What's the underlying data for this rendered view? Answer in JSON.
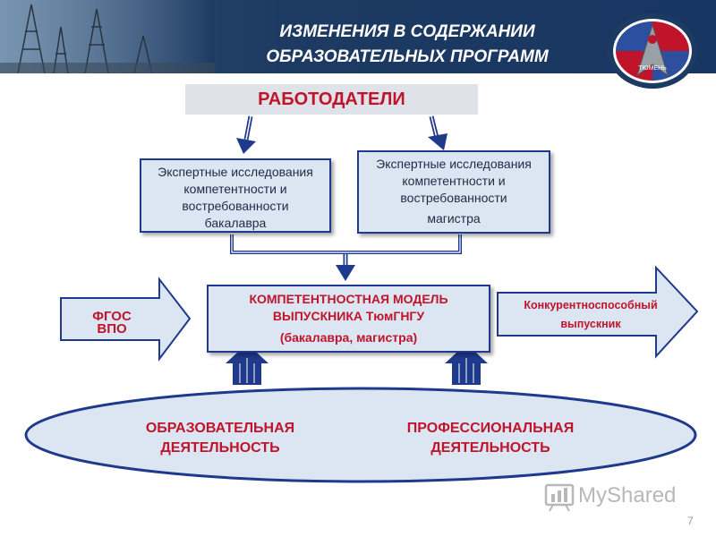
{
  "header": {
    "title_line1": "ИЗМЕНЕНИЯ В СОДЕРЖАНИИ",
    "title_line2": "ОБРАЗОВАТЕЛЬНЫХ ПРОГРАММ",
    "logo_text": "ТЮМЕНЬ"
  },
  "employers": {
    "label": "РАБОТОДАТЕЛИ"
  },
  "research_bachelor": {
    "line1": "Экспертные исследования",
    "line2": "компетентности и",
    "line3": "востребованности",
    "line4": "бакалавра"
  },
  "research_master": {
    "line1": "Экспертные исследования",
    "line2": "компетентности и",
    "line3": "востребованности",
    "line4": "магистра"
  },
  "competence_model": {
    "line1": "КОМПЕТЕНТНОСТНАЯ МОДЕЛЬ",
    "line2": "ВЫПУСКНИКА ТюмГНГУ",
    "line3": "(бакалавра, магистра)"
  },
  "fgos": {
    "line1": "ФГОС",
    "line2": "ВПО"
  },
  "output": {
    "line1": "Конкурентноспособный",
    "line2": "выпускник"
  },
  "activities": {
    "educational_line1": "ОБРАЗОВАТЕЛЬНАЯ",
    "educational_line2": "ДЕЯТЕЛЬНОСТЬ",
    "professional_line1": "ПРОФЕССИОНАЛЬНАЯ",
    "professional_line2": "ДЕЯТЕЛЬНОСТЬ"
  },
  "watermark": {
    "text": "MyShared"
  },
  "page_number": "7",
  "colors": {
    "header": "#1d3a62",
    "box_fill": "#dce6f2",
    "border": "#1f3a8c",
    "text_red": "#c0142a"
  }
}
